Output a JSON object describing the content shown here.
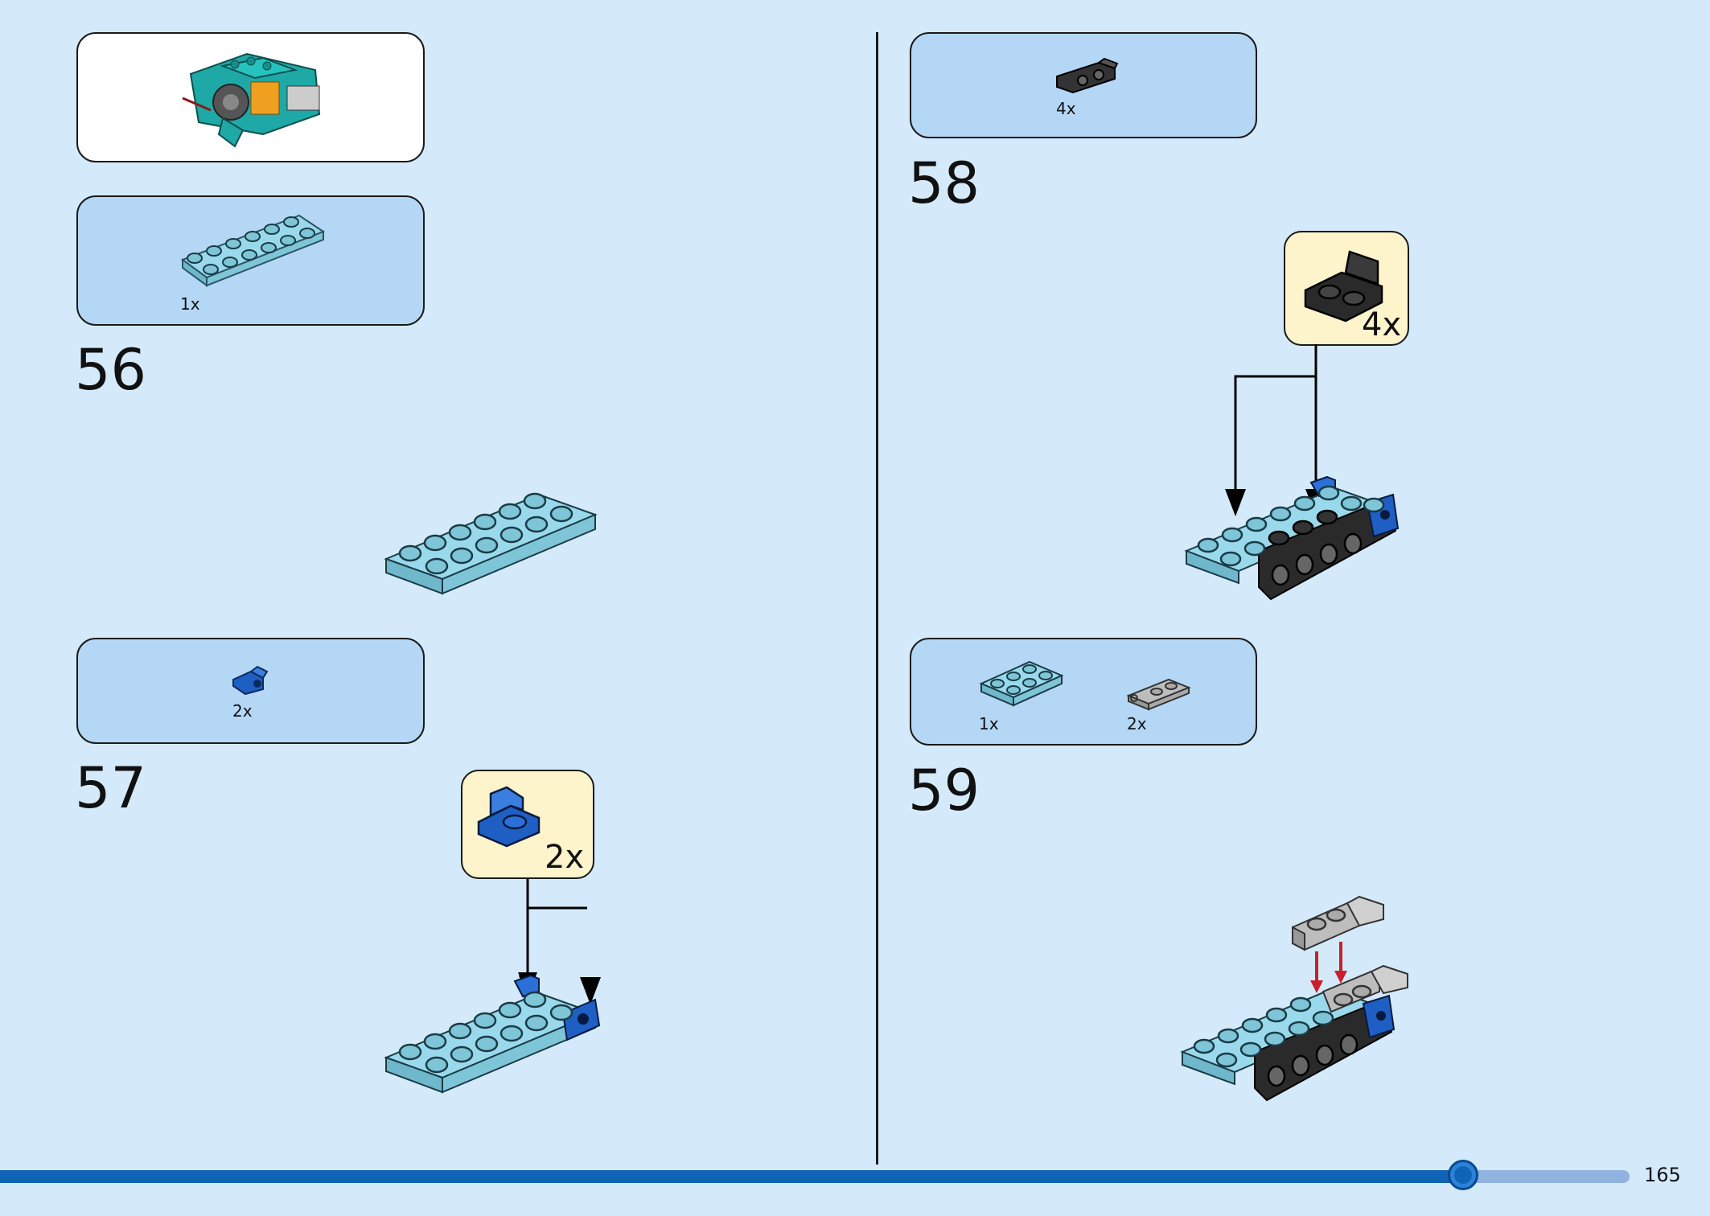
{
  "page": {
    "number": "165",
    "progress": 0.898
  },
  "left": {
    "partlist_1": {
      "qty": "1x",
      "part": "light-aqua-plate-2x6"
    },
    "step_56": {
      "number": "56"
    },
    "partlist_2": {
      "qty": "2x",
      "part": "blue-bracket-1x2"
    },
    "step_57": {
      "number": "57",
      "callout_qty": "2x"
    }
  },
  "right": {
    "partlist_1": {
      "qty": "4x",
      "part": "black-bracket-1x2"
    },
    "step_58": {
      "number": "58",
      "callout_qty": "4x"
    },
    "partlist_2": {
      "items": [
        {
          "qty": "1x",
          "part": "light-aqua-plate-2x3"
        },
        {
          "qty": "2x",
          "part": "grey-plate-with-clip"
        }
      ]
    },
    "step_59": {
      "number": "59"
    }
  },
  "colors": {
    "background": "#d4eafa",
    "parts_box": "#b4d7f5",
    "callout": "#fdf4cc",
    "progress": "#0f64b5",
    "aqua": "#8ed2e6"
  }
}
